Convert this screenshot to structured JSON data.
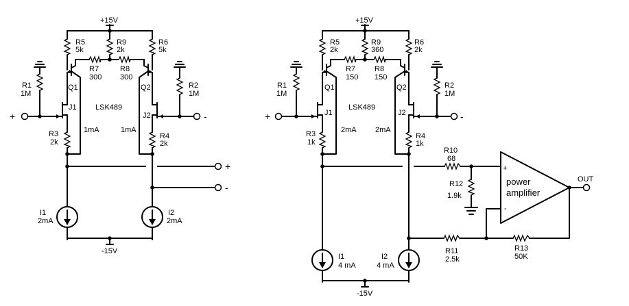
{
  "left": {
    "supply_top": "+15V",
    "supply_bottom": "-15V",
    "r5": {
      "name": "R5",
      "value": "5k"
    },
    "r6": {
      "name": "R6",
      "value": "5k"
    },
    "r9": {
      "name": "R9",
      "value": "2k"
    },
    "r7": {
      "name": "R7",
      "value": "300"
    },
    "r8": {
      "name": "R8",
      "value": "300"
    },
    "r1": {
      "name": "R1",
      "value": "1M"
    },
    "r2": {
      "name": "R2",
      "value": "1M"
    },
    "r3": {
      "name": "R3",
      "value": "2k"
    },
    "r4": {
      "name": "R4",
      "value": "2k"
    },
    "q1": "Q1",
    "q2": "Q2",
    "j1": "J1",
    "j2": "J2",
    "part": "LSK489",
    "current_left": "1mA",
    "current_right": "1mA",
    "i1": {
      "name": "I1",
      "value": "2mA"
    },
    "i2": {
      "name": "I2",
      "value": "2mA"
    },
    "in_plus": "+",
    "in_minus": "-",
    "out_plus": "+",
    "out_minus": "-"
  },
  "right": {
    "supply_top": "+15V",
    "supply_bottom": "-15V",
    "r5": {
      "name": "R5",
      "value": "2k"
    },
    "r6": {
      "name": "R6",
      "value": "2k"
    },
    "r9": {
      "name": "R9",
      "value": "360"
    },
    "r7": {
      "name": "R7",
      "value": "150"
    },
    "r8": {
      "name": "R8",
      "value": "150"
    },
    "r1": {
      "name": "R1",
      "value": "1M"
    },
    "r2": {
      "name": "R2",
      "value": "1M"
    },
    "r3": {
      "name": "R3",
      "value": "1k"
    },
    "r4": {
      "name": "R4",
      "value": "1k"
    },
    "q1": "Q1",
    "q2": "Q2",
    "j1": "J1",
    "j2": "J2",
    "part": "LSK489",
    "current_left": "2mA",
    "current_right": "2mA",
    "i1": {
      "name": "I1",
      "value": "4 mA"
    },
    "i2": {
      "name": "I2",
      "value": "4 mA"
    },
    "r10": {
      "name": "R10",
      "value": "68"
    },
    "r11": {
      "name": "R11",
      "value": "2.5k"
    },
    "r12": {
      "name": "R12",
      "value": "1.9k"
    },
    "r13": {
      "name": "R13",
      "value": "50K"
    },
    "amp_line1": "power",
    "amp_line2": "amplifier",
    "amp_plus": "+",
    "amp_minus": "-",
    "out": "OUT",
    "in_plus": "+",
    "in_minus": "-"
  }
}
